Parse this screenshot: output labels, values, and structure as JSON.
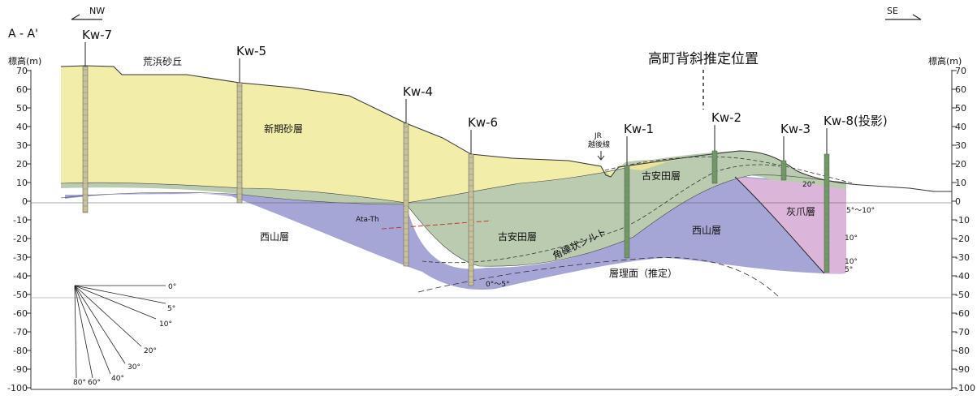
{
  "section_title": "A - A'",
  "direction_left": "NW",
  "direction_right": "SE",
  "axis": {
    "label": "標高(m)",
    "ticks": [
      "70",
      "60",
      "50",
      "40",
      "30",
      "20",
      "10",
      "0",
      "-10",
      "-20",
      "-30",
      "-40",
      "-50",
      "-60",
      "-70",
      "-80",
      "-90",
      "-100"
    ]
  },
  "anticline_label": "高町背斜推定位置",
  "wells": [
    "Kw-7",
    "Kw-5",
    "Kw-4",
    "Kw-6",
    "Kw-1",
    "Kw-2",
    "Kw-3",
    "Kw-8(投影)"
  ],
  "labels": {
    "dune": "荒浜砂丘",
    "new_sand": "新期砂層",
    "jr": "JR",
    "jr_line": "越後線",
    "koyasuda_upper": "古安田層",
    "koyasuda_lower": "古安田層",
    "nishiyama_left": "西山層",
    "nishiyama_right": "西山層",
    "haizume": "灰爪層",
    "ata_th": "Ata-Th",
    "breccia_silt": "角礫状シルト",
    "bedding_plane": "層理面（推定）"
  },
  "dips": {
    "kw6": "0°～5°",
    "kw3": "20°",
    "kw8_a": "5°～10°",
    "kw8_b": "10°",
    "kw8_c": "10°",
    "kw8_d": "5°"
  },
  "dip_scale": {
    "angles": [
      "0°",
      "5°",
      "10°",
      "20°",
      "30°",
      "40°",
      "60°",
      "80°"
    ]
  },
  "colors": {
    "new_sand": "#f2eeaa",
    "koyasuda": "#bacbb0",
    "nishiyama": "#a6a6d6",
    "haizume": "#dcb6da",
    "dune_sand": "#ece49a"
  }
}
